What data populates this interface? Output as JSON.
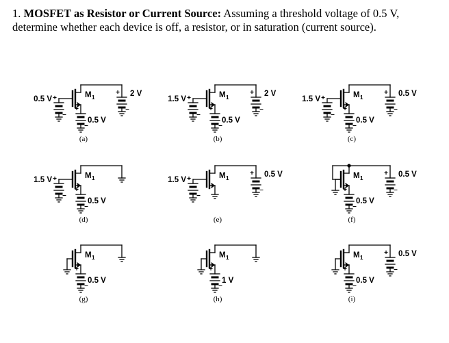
{
  "problem": {
    "number": "1.",
    "title": "MOSFET as Resistor or Current Source:",
    "text": "Assuming a threshold voltage of 0.5 V, determine whether each device is off, a resistor, or in saturation (current source)."
  },
  "device_label": "M",
  "device_subscript": "1",
  "circuits": [
    {
      "caption": "(a)",
      "gate_v": "0.5 V",
      "source_v": "0.5 V",
      "drain_v": "2 V"
    },
    {
      "caption": "(b)",
      "gate_v": "1.5 V",
      "source_v": "0.5 V",
      "drain_v": "2 V"
    },
    {
      "caption": "(c)",
      "gate_v": "1.5 V",
      "source_v": "0.5 V",
      "drain_v": "0.5 V"
    },
    {
      "caption": "(d)",
      "gate_v": "1.5 V",
      "source_v": "0.5 V"
    },
    {
      "caption": "(e)",
      "gate_v": "1.5 V",
      "drain_v": "0.5 V"
    },
    {
      "caption": "(f)",
      "source_v": "0.5 V",
      "drain_v": "0.5 V"
    },
    {
      "caption": "(g)",
      "source_v": "0.5 V"
    },
    {
      "caption": "(h)",
      "source_v": "1 V"
    },
    {
      "caption": "(i)",
      "source_v": "0.5 V",
      "drain_v": "0.5 V"
    }
  ]
}
